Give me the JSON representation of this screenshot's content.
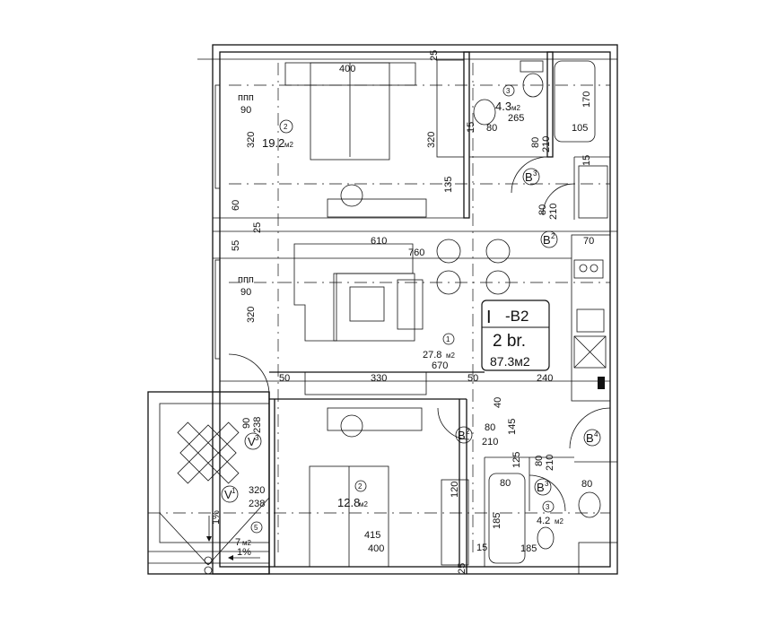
{
  "plan": {
    "unit_tag": {
      "floor": "I",
      "code": "-B2",
      "rooms": "2 br.",
      "area": "87.3м2"
    },
    "rooms": [
      {
        "number": "2",
        "area": "19.2",
        "unit": "м2"
      },
      {
        "number": "3",
        "area": "4.3",
        "unit": "м2"
      },
      {
        "number": "1",
        "area": "27.8",
        "unit": "м2",
        "extra": "670"
      },
      {
        "number": "2",
        "area": "12.8",
        "unit": "м2"
      },
      {
        "number": "3",
        "area": "4.2",
        "unit": "м2"
      },
      {
        "number": "5",
        "area": "7",
        "unit": "м2",
        "slope": "1%"
      }
    ],
    "window_notes": [
      {
        "top": "ппп",
        "bottom": "90"
      },
      {
        "top": "ппп",
        "bottom": "90"
      }
    ],
    "doors": [
      {
        "letter": "В",
        "sup": "л",
        "sub": "3",
        "width": "80",
        "height": "210"
      },
      {
        "letter": "В",
        "sup": "л",
        "sub": "2",
        "width": "80",
        "height": "210"
      },
      {
        "letter": "В",
        "sup": "л",
        "sub": "2",
        "width": "80",
        "height": "210"
      },
      {
        "letter": "В",
        "sup": "д",
        "sub": "4",
        "width": "",
        "height": ""
      },
      {
        "letter": "В",
        "sup": "л",
        "sub": "3",
        "width": "80",
        "height": "210"
      },
      {
        "letter": "V",
        "sup": "д",
        "sub": "3",
        "width": "90",
        "height": "238"
      },
      {
        "letter": "V",
        "sup": "д",
        "sub": "1",
        "width": "320",
        "height": "238"
      }
    ],
    "dimensions": [
      "25",
      "400",
      "320",
      "135",
      "320",
      "15",
      "80",
      "265",
      "105",
      "170",
      "15",
      "60",
      "25",
      "55",
      "610",
      "760",
      "70",
      "320",
      "330",
      "50",
      "50",
      "240",
      "40",
      "145",
      "125",
      "80",
      "185",
      "185",
      "415",
      "400",
      "15",
      "25",
      "80",
      "120",
      "1%"
    ]
  }
}
